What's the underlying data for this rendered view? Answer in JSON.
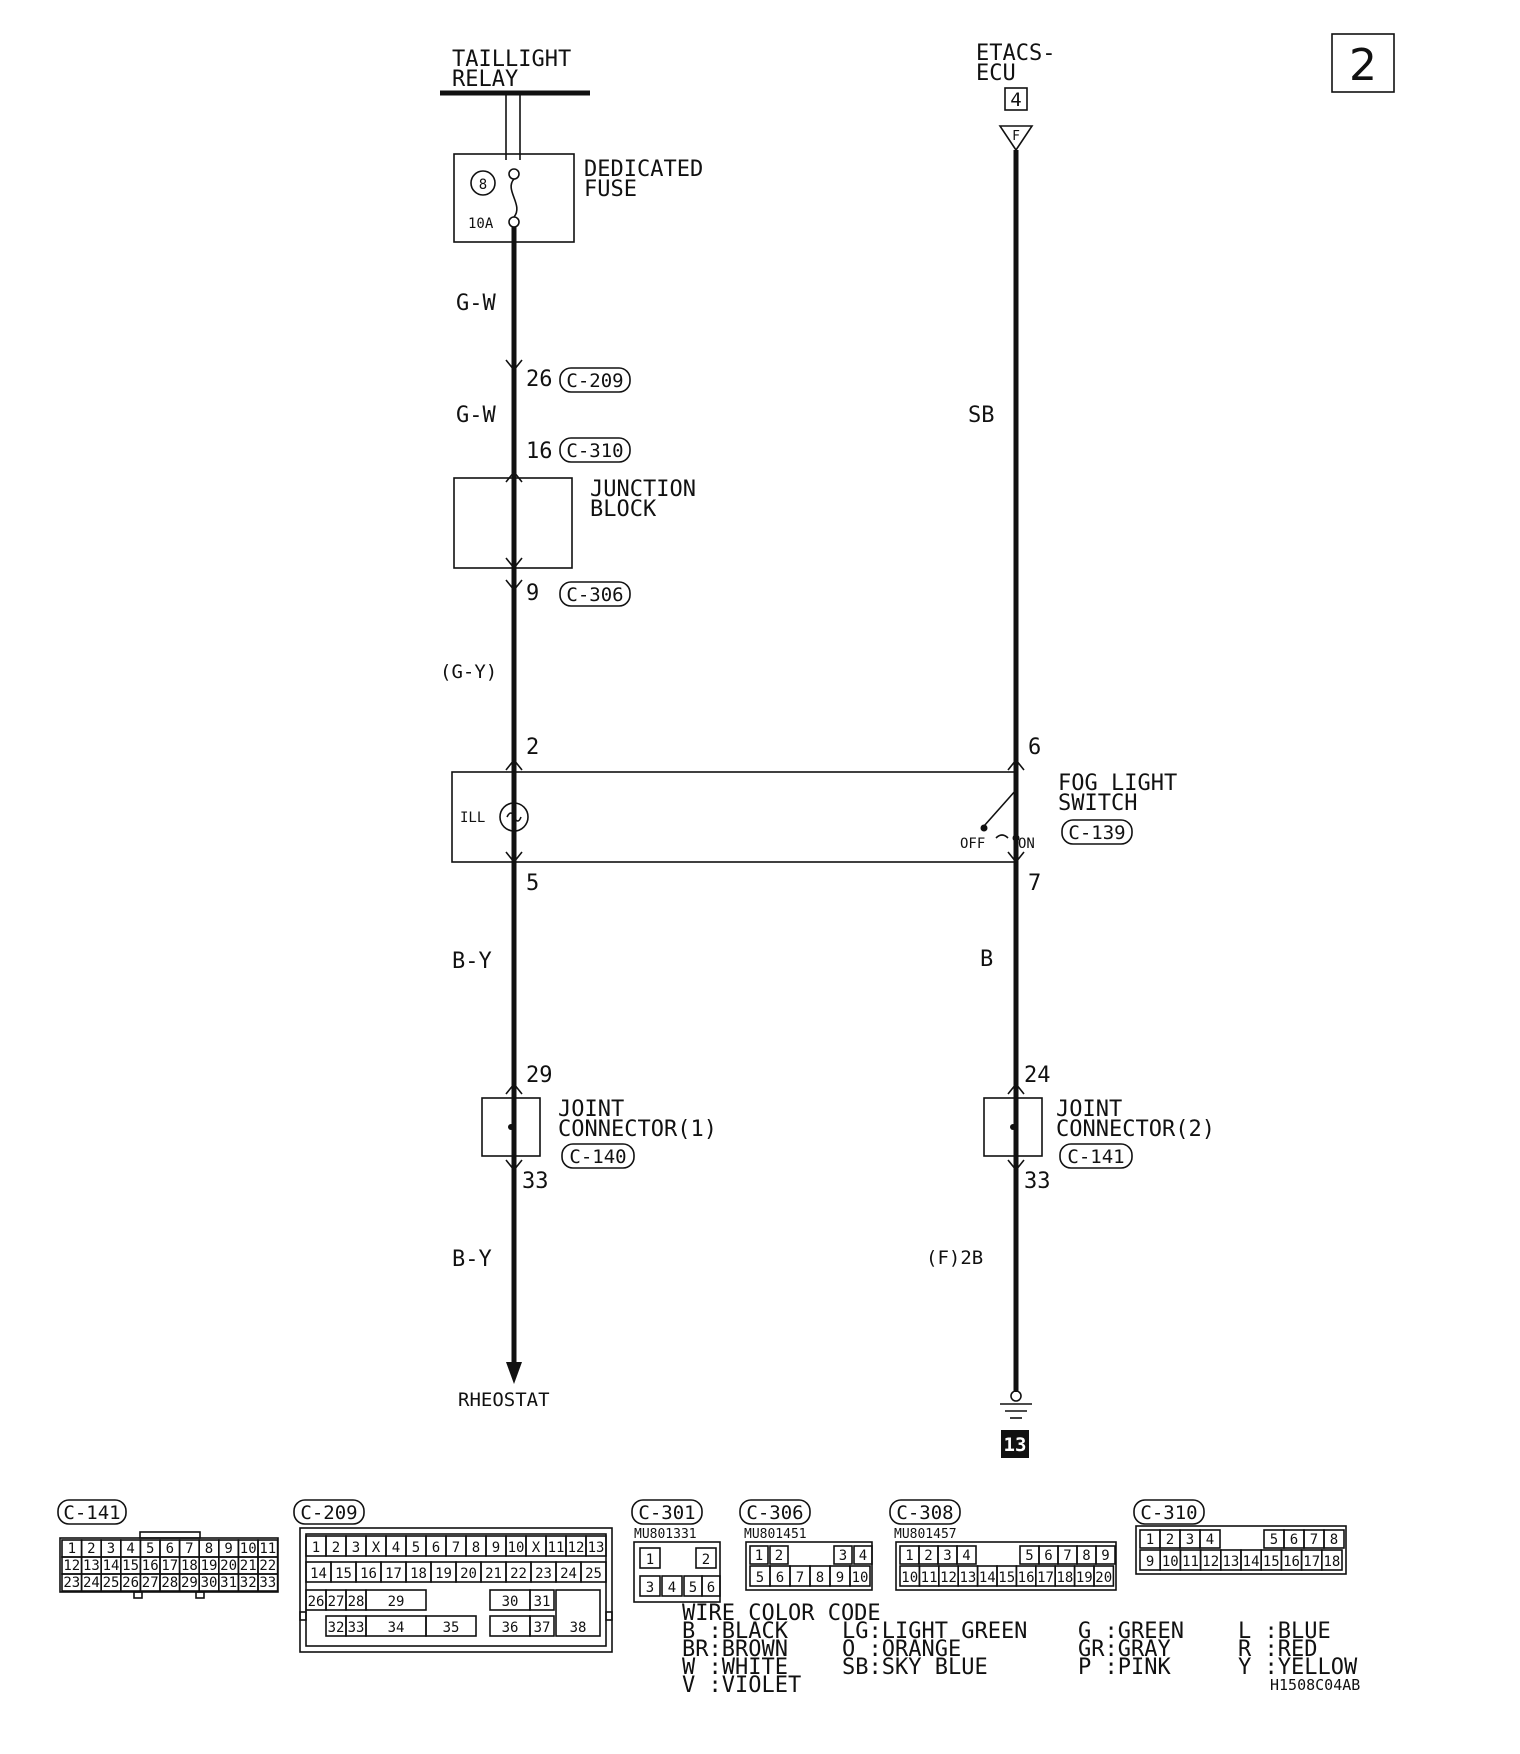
{
  "page_number": "2",
  "components": {
    "taillight_relay": [
      "TAILLIGHT",
      "RELAY"
    ],
    "etacs_ecu": [
      "ETACS-",
      "ECU"
    ],
    "etacs_ref": "4",
    "etacs_connector_letter": "F",
    "dedicated_fuse": [
      "DEDICATED",
      "FUSE"
    ],
    "fuse_number": "8",
    "fuse_rating": "10A",
    "junction_block": [
      "JUNCTION",
      "BLOCK"
    ],
    "fog_light_switch": [
      "FOG LIGHT",
      "SWITCH"
    ],
    "fog_switch_connector": "C-139",
    "ill_label": "ILL",
    "off_label": "OFF",
    "on_label": "ON",
    "joint_connector_1": [
      "JOINT",
      "CONNECTOR(1)"
    ],
    "joint_connector_1_ref": "C-140",
    "joint_connector_2": [
      "JOINT",
      "CONNECTOR(2)"
    ],
    "joint_connector_2_ref": "C-141",
    "rheostat": "RHEOSTAT",
    "ground_ref": "13"
  },
  "wires": {
    "gw_1": "G-W",
    "gw_2": "G-W",
    "gy": "(G-Y)",
    "by_1": "B-Y",
    "by_2": "B-Y",
    "sb": "SB",
    "b": "B",
    "f2b": "(F)2B"
  },
  "pins": {
    "p26": "26",
    "c209": "C-209",
    "p16": "16",
    "c310": "C-310",
    "p9": "9",
    "c306": "C-306",
    "p2": "2",
    "p5": "5",
    "p6": "6",
    "p7": "7",
    "p29": "29",
    "p33a": "33",
    "p24": "24",
    "p33b": "33"
  },
  "connector_views": {
    "c141_label": "C-141",
    "c141_rows": [
      [
        "1",
        "2",
        "3",
        "4",
        "5",
        "6",
        "7",
        "8",
        "9",
        "10",
        "11"
      ],
      [
        "12",
        "13",
        "14",
        "15",
        "16",
        "17",
        "18",
        "19",
        "20",
        "21",
        "22"
      ],
      [
        "23",
        "24",
        "25",
        "26",
        "27",
        "28",
        "29",
        "30",
        "31",
        "32",
        "33"
      ]
    ],
    "c209_label": "C-209",
    "c209_row1": [
      "1",
      "2",
      "3",
      "X",
      "4",
      "5",
      "6",
      "7",
      "8",
      "9",
      "10",
      "X",
      "11",
      "12",
      "13"
    ],
    "c209_row2": [
      "14",
      "15",
      "16",
      "17",
      "18",
      "19",
      "20",
      "21",
      "22",
      "23",
      "24",
      "25"
    ],
    "c209_row3": [
      "26",
      "27",
      "28",
      "29",
      "30",
      "31",
      "38"
    ],
    "c209_row4": [
      "32",
      "33",
      "34",
      "35",
      "36",
      "37"
    ],
    "c301_label": "C-301",
    "c301_part": "MU801331",
    "c301_pins": [
      "1",
      "2",
      "3",
      "4",
      "5",
      "6"
    ],
    "c306_label": "C-306",
    "c306_part": "MU801451",
    "c306_row1": [
      "1",
      "2",
      "3",
      "4"
    ],
    "c306_row2": [
      "5",
      "6",
      "7",
      "8",
      "9",
      "10"
    ],
    "c308_label": "C-308",
    "c308_part": "MU801457",
    "c308_row1": [
      "1",
      "2",
      "3",
      "4",
      "5",
      "6",
      "7",
      "8",
      "9"
    ],
    "c308_row2": [
      "10",
      "11",
      "12",
      "13",
      "14",
      "15",
      "16",
      "17",
      "18",
      "19",
      "20"
    ],
    "c310_label": "C-310",
    "c310_row1": [
      "1",
      "2",
      "3",
      "4",
      "5",
      "6",
      "7",
      "8"
    ],
    "c310_row2": [
      "9",
      "10",
      "11",
      "12",
      "13",
      "14",
      "15",
      "16",
      "17",
      "18"
    ]
  },
  "legend": {
    "title": "WIRE COLOR CODE",
    "col1": [
      "B :BLACK",
      "BR:BROWN",
      "W :WHITE",
      "V :VIOLET"
    ],
    "col2": [
      "LG:LIGHT GREEN",
      "O :ORANGE",
      "SB:SKY BLUE"
    ],
    "col3": [
      "G :GREEN",
      "GR:GRAY",
      "P :PINK"
    ],
    "col4": [
      "L :BLUE",
      "R :RED",
      "Y :YELLOW"
    ],
    "code": "H1508C04AB"
  }
}
